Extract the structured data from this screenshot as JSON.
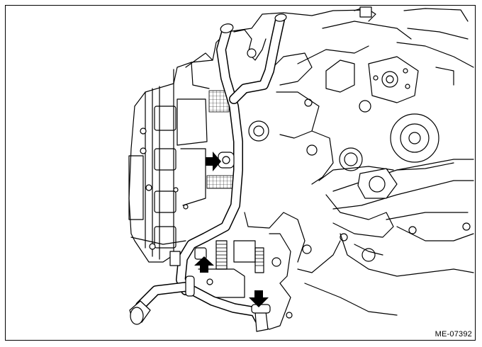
{
  "figure": {
    "id_label": "ME-07392"
  },
  "colors": {
    "line": "#000000",
    "background": "#ffffff",
    "arrow": "#000000"
  },
  "callouts": [
    {
      "name": "callout-arrow-right",
      "direction": "right"
    },
    {
      "name": "callout-arrow-up",
      "direction": "up"
    },
    {
      "name": "callout-arrow-down",
      "direction": "down"
    }
  ]
}
